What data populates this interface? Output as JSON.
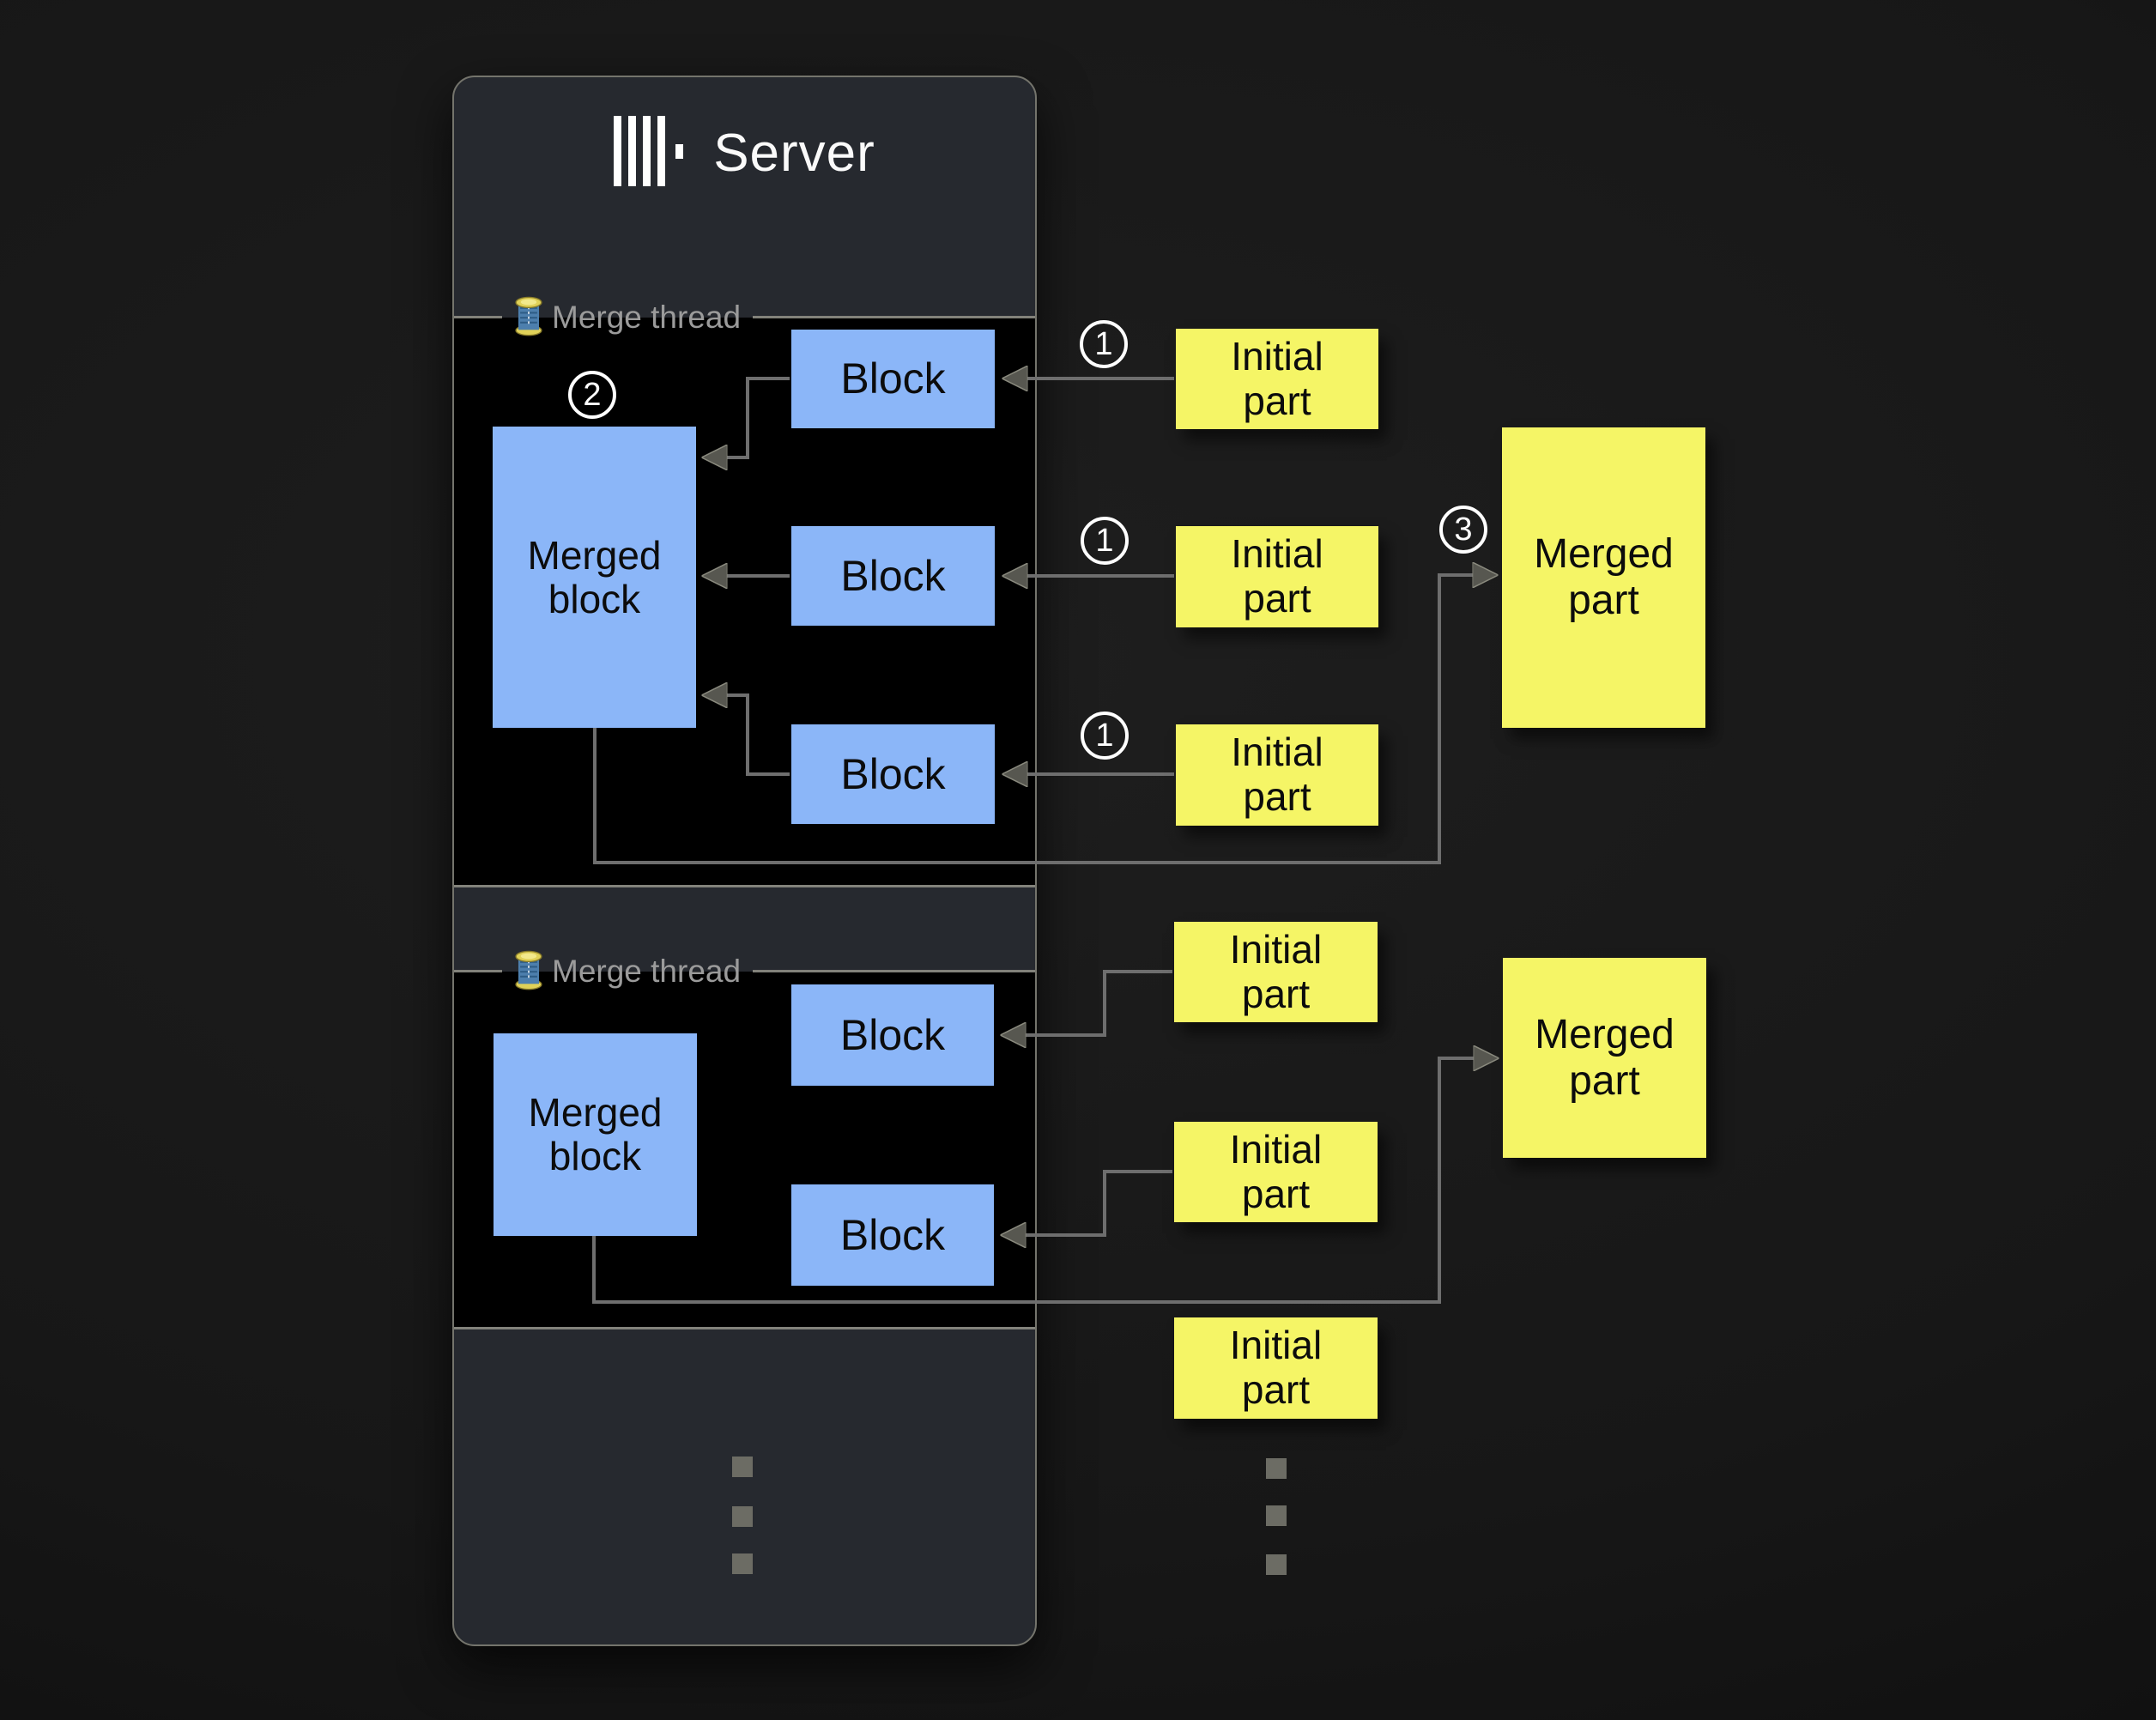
{
  "diagram": {
    "server": {
      "title": "Server",
      "logo_icon": "clickhouse-bars-logo-icon"
    },
    "threads": [
      {
        "label": "Merge thread",
        "icon": "thread-spool-icon",
        "merged_block_label": "Merged block",
        "block_labels": [
          "Block",
          "Block",
          "Block"
        ],
        "step_badge": "2"
      },
      {
        "label": "Merge thread",
        "icon": "thread-spool-icon",
        "merged_block_label": "Merged block",
        "block_labels": [
          "Block",
          "Block"
        ]
      }
    ],
    "initial_parts": {
      "label": "Initial part",
      "group1_step_badges": [
        "1",
        "1",
        "1"
      ]
    },
    "merged_parts": [
      {
        "label": "Merged part",
        "step_badge": "3"
      },
      {
        "label": "Merged part"
      }
    ],
    "ellipsis_icon": "more-items-dots",
    "colors": {
      "background": "#171717",
      "server_panel": "#26292f",
      "thread_panel": "#000000",
      "block_fill": "#8bb6f8",
      "part_fill": "#f5f566",
      "arrow": "#6e6e6e",
      "panel_border": "#82827b",
      "legend_text": "#9b9b9b",
      "title_text": "#fafafa"
    }
  }
}
